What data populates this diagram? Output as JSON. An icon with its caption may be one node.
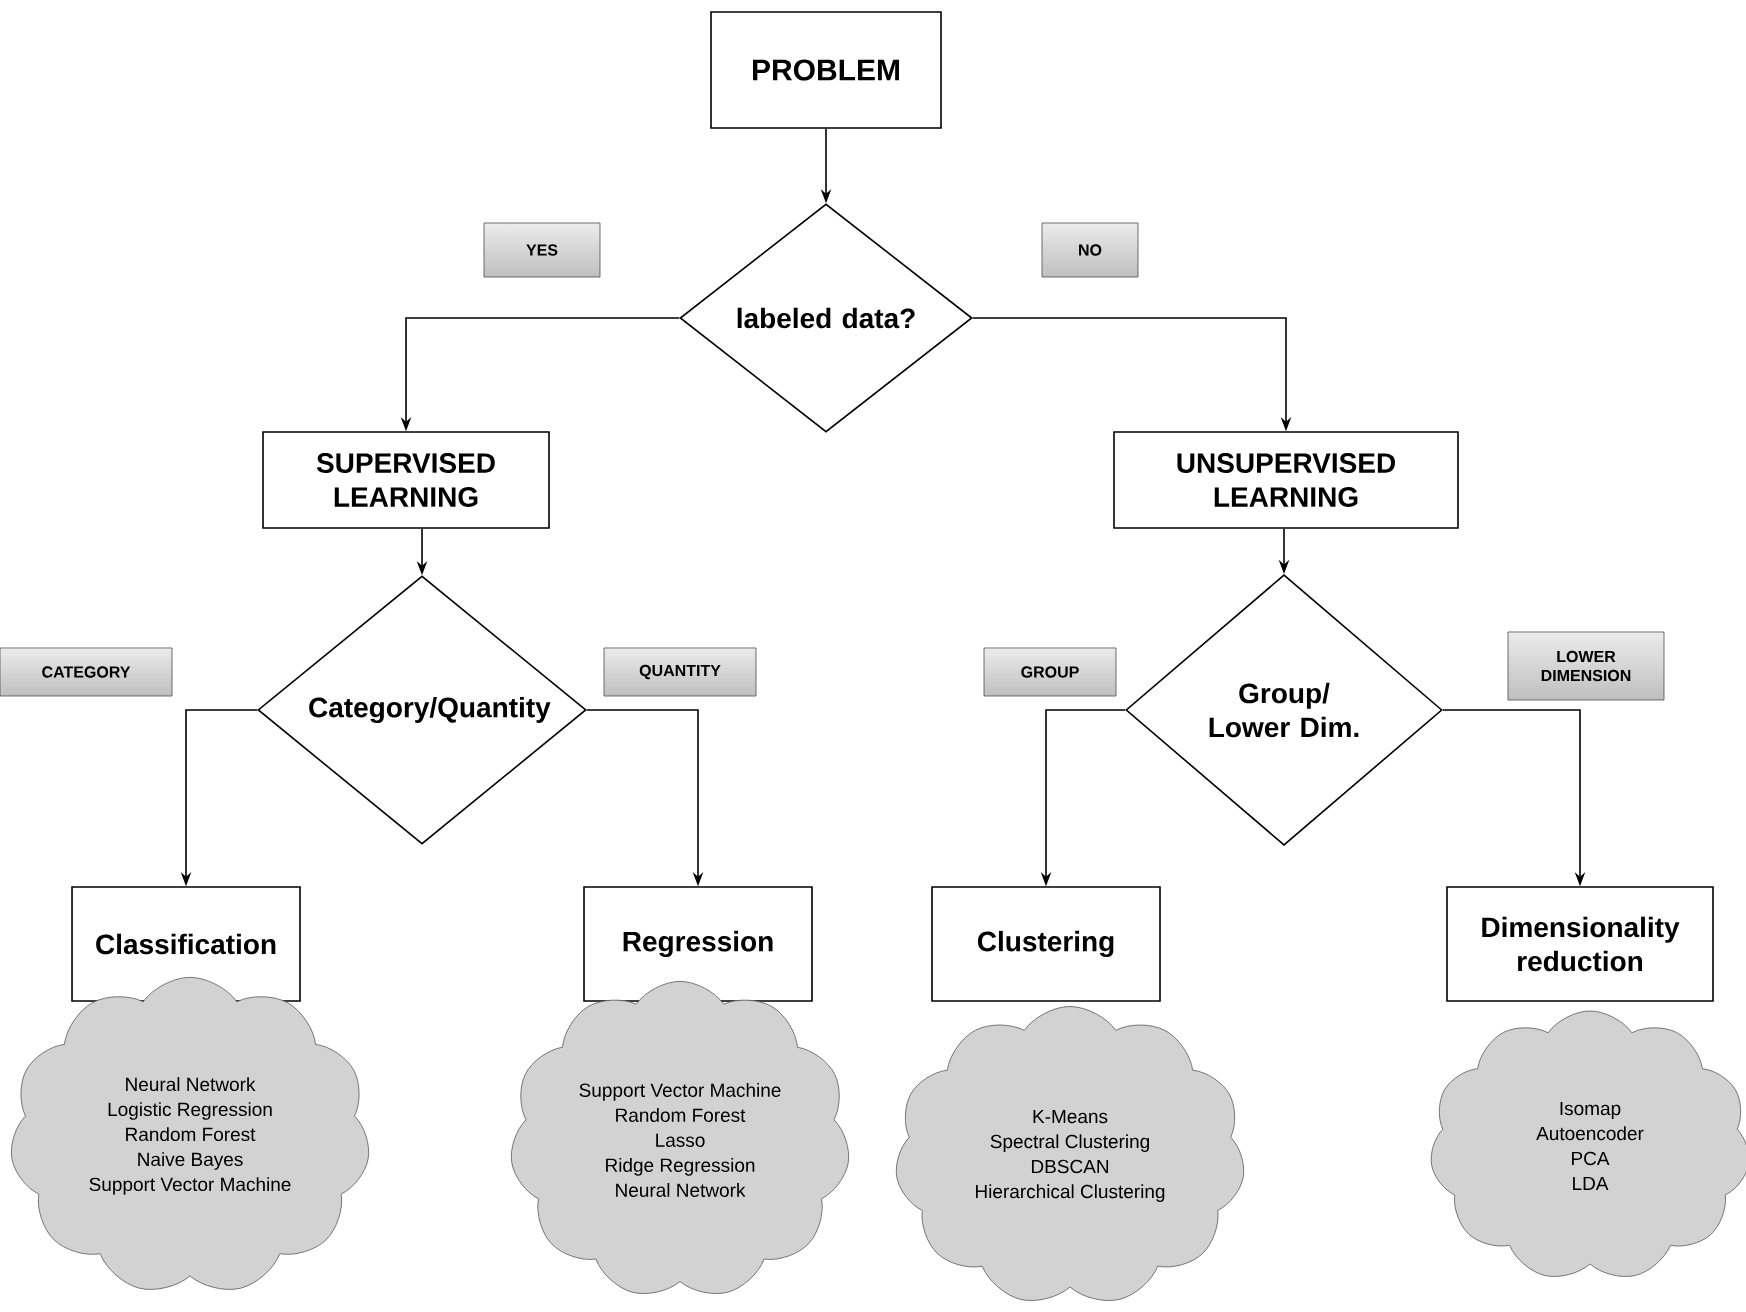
{
  "diagram": {
    "nodes": [
      {
        "text": [
          "PROBLEM"
        ]
      },
      {
        "text": [
          "labeled data?"
        ]
      },
      {
        "text": [
          "SUPERVISED LEARNING"
        ]
      },
      {
        "text": [
          "UNSUPERVISED LEARNING"
        ]
      },
      {
        "text": [
          "Category/Quantity"
        ]
      },
      {
        "text": [
          "Group/ Lower Dim."
        ]
      },
      {
        "text": [
          "Classification"
        ]
      },
      {
        "text": [
          "Regression"
        ]
      },
      {
        "text": [
          "Clustering"
        ]
      },
      {
        "text": [
          "Dimensionality reduction"
        ]
      },
      {
        "text": [
          "Neural Network",
          "Logistic Regression",
          "Random Forest",
          "Naive Bayes",
          "Support Vector Machine"
        ]
      },
      {
        "text": [
          "Support Vector Machine",
          "Random Forest",
          "Lasso",
          "Ridge Regression",
          "Neural Network"
        ]
      },
      {
        "text": [
          "K-Means",
          "Spectral Clustering",
          "DBSCAN",
          "Hierarchical Clustering"
        ]
      },
      {
        "text": [
          "Isomap",
          "Autoencoder",
          "PCA",
          "LDA"
        ]
      }
    ],
    "edges": [
      {
        "from": 0,
        "to": 1,
        "arrow": "to"
      },
      {
        "from": 1,
        "to": 2,
        "arrow": "to"
      },
      {
        "from": 1,
        "to": 3,
        "arrow": "to"
      },
      {
        "from": 2,
        "to": 4,
        "arrow": "to"
      },
      {
        "from": 3,
        "to": 5,
        "arrow": "to"
      },
      {
        "from": 4,
        "to": 6,
        "arrow": "to"
      },
      {
        "from": 4,
        "to": 7,
        "arrow": "to"
      },
      {
        "from": 5,
        "to": 8,
        "arrow": "to"
      },
      {
        "from": 5,
        "to": 9,
        "arrow": "to"
      }
    ],
    "labels": [
      "YES",
      "NO",
      "CATEGORY",
      "QUANTITY",
      "GROUP",
      "LOWER DIMENSION"
    ]
  }
}
